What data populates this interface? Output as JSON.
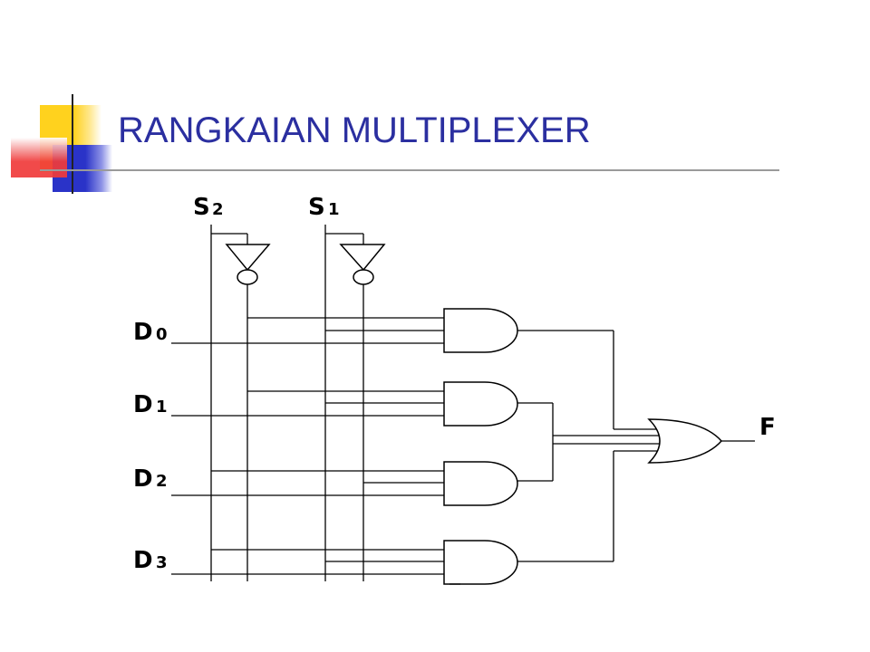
{
  "slide": {
    "title": "RANGKAIAN MULTIPLEXER",
    "accent_colors": {
      "title": "#2b2fa0",
      "yellow": "#ffd21e",
      "red": "#f03a3a",
      "blue": "#2a33c8"
    }
  },
  "circuit": {
    "selects": [
      {
        "name": "S",
        "sub": "2"
      },
      {
        "name": "S",
        "sub": "1"
      }
    ],
    "data_inputs": [
      {
        "name": "D",
        "sub": "0"
      },
      {
        "name": "D",
        "sub": "1"
      },
      {
        "name": "D",
        "sub": "2"
      },
      {
        "name": "D",
        "sub": "3"
      }
    ],
    "output": "F"
  }
}
